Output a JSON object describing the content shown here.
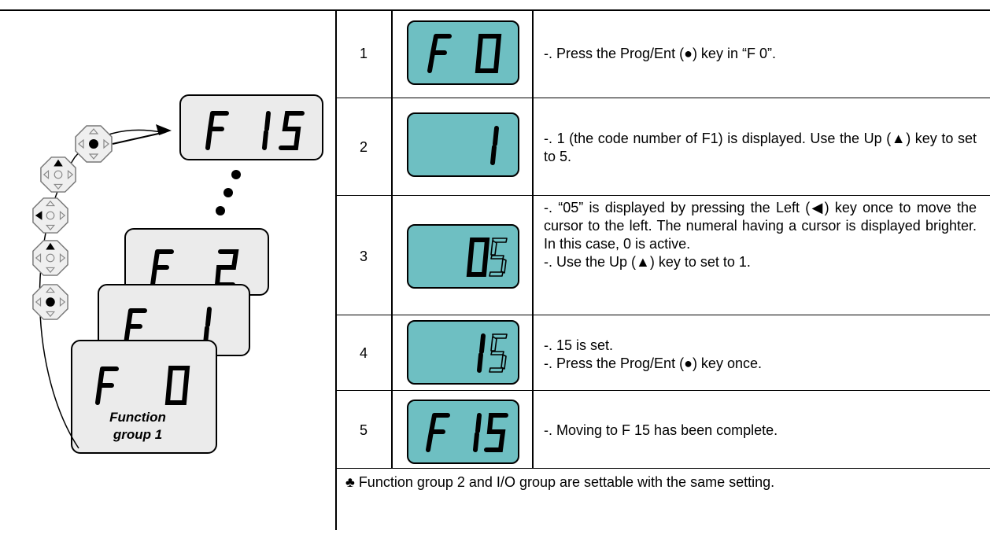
{
  "steps": [
    {
      "num": "1",
      "display": "F 0",
      "lines": [
        "-. Press the Prog/Ent (●) key in “F 0”."
      ]
    },
    {
      "num": "2",
      "display": "1",
      "lines": [
        "-. 1 (the code number of F1) is displayed. Use the Up (▲) key to set to 5."
      ]
    },
    {
      "num": "3",
      "display": "05",
      "lines": [
        "-. “05” is displayed by pressing the Left (◀) key once to move the cursor to the left. The numeral having a cursor is displayed brighter. In this case, 0 is active.",
        "-.  Use the Up (▲) key to set to 1."
      ]
    },
    {
      "num": "4",
      "display": "15",
      "lines": [
        "-. 15 is set.",
        "-. Press the Prog/Ent (●) key once."
      ]
    },
    {
      "num": "5",
      "display": "F 15",
      "lines": [
        "-. Moving to F 15 has been complete."
      ]
    }
  ],
  "note": "♣ Function group 2 and I/O group are settable with the same setting.",
  "diagram": {
    "panels": [
      "F 15",
      "F 2",
      "F 1",
      "F 0"
    ],
    "caption": "Function group 1",
    "keys": [
      "prog-ent-key-icon",
      "up-key-icon",
      "left-key-icon",
      "up-key-icon",
      "prog-ent-key-icon"
    ]
  },
  "colors": {
    "lcd": "#6ebfc2",
    "panel": "#ebebeb"
  }
}
